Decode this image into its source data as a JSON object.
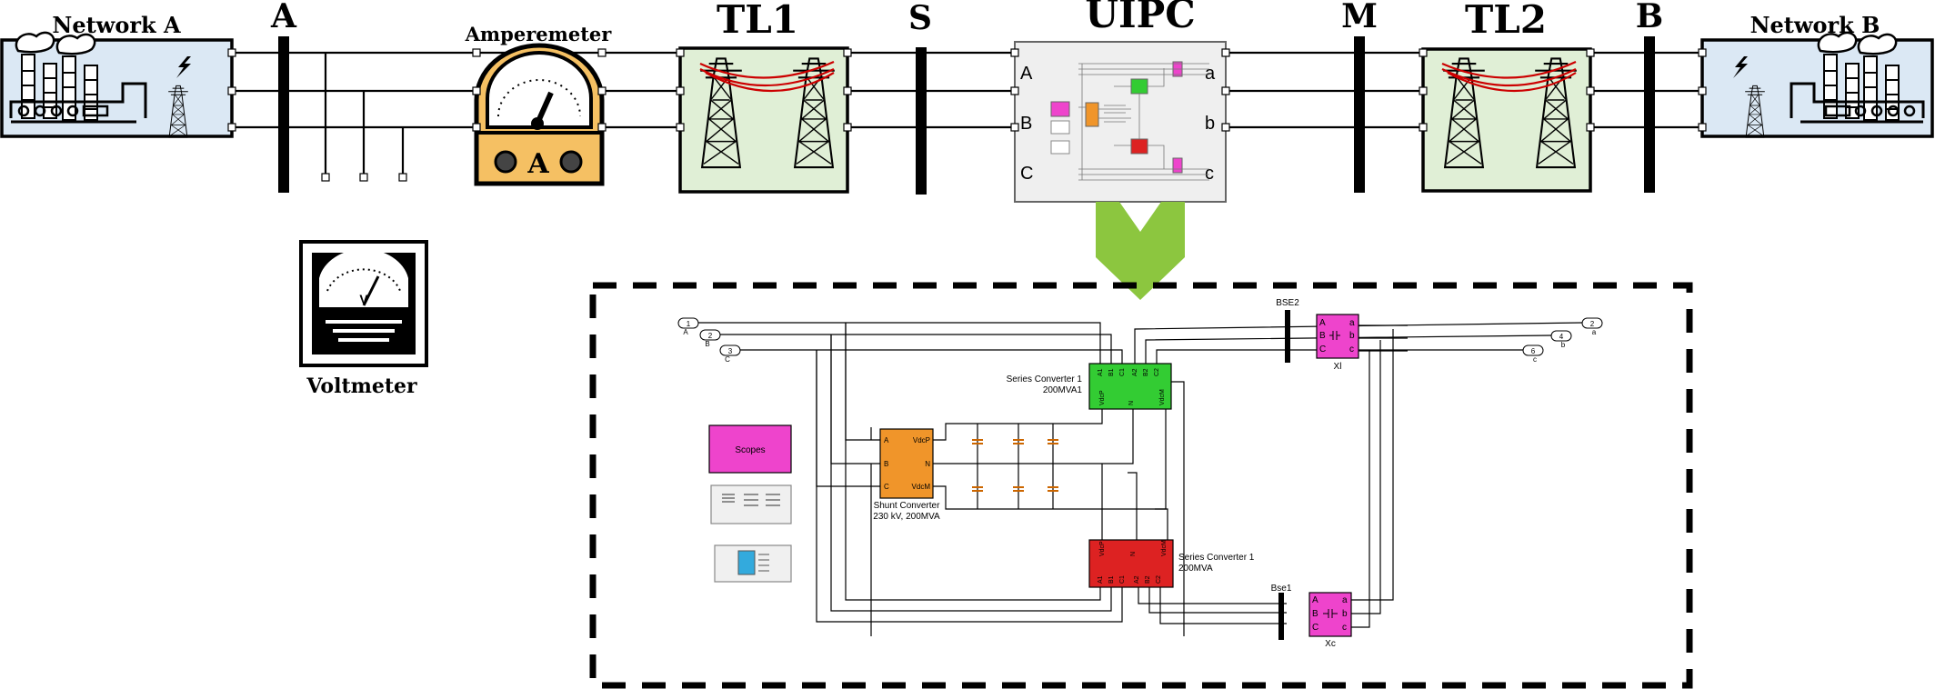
{
  "labels": {
    "network_a": "Network A",
    "network_b": "Network B",
    "bus_a": "A",
    "bus_s": "S",
    "bus_m": "M",
    "bus_b": "B",
    "amperemeter": "Amperemeter",
    "amperemeter_symbol": "A",
    "voltmeter": "Voltmeter",
    "voltmeter_symbol": "V",
    "tl1": "TL1",
    "tl2": "TL2",
    "uipc": "UIPC"
  },
  "uipc_block": {
    "left_ports": [
      "A",
      "B",
      "C"
    ],
    "right_ports": [
      "a",
      "b",
      "c"
    ]
  },
  "detail": {
    "in_ports": [
      {
        "num": "1",
        "label": "A"
      },
      {
        "num": "2",
        "label": "B"
      },
      {
        "num": "3",
        "label": "C"
      }
    ],
    "out_ports": [
      {
        "num": "2",
        "label": "a"
      },
      {
        "num": "4",
        "label": "b"
      },
      {
        "num": "6",
        "label": "c"
      }
    ],
    "scopes": "Scopes",
    "bse2": "BSE2",
    "bse1": "Bse1",
    "xl": "Xl",
    "xc": "Xc",
    "series_conv_top": {
      "title_line1": "Series Converter 1",
      "title_line2": "200MVA1",
      "bottom_ports": [
        "VdcP",
        "N",
        "VdcM"
      ],
      "top_ports": [
        "A1",
        "B1",
        "C1",
        "A2",
        "B2",
        "C2"
      ]
    },
    "series_conv_bottom": {
      "title_line1": "Series Converter 1",
      "title_line2": "200MVA",
      "top_ports": [
        "VdcP",
        "N",
        "VdcM"
      ],
      "bottom_ports": [
        "A1",
        "B1",
        "C1",
        "A2",
        "B2",
        "C2"
      ]
    },
    "shunt_conv": {
      "title_line1": "Shunt Converter",
      "title_line2": "230 kV, 200MVA",
      "left_ports": [
        "A",
        "B",
        "C"
      ],
      "right_ports": [
        "VdcP",
        "N",
        "VdcM"
      ]
    },
    "block_ports_left": [
      "A",
      "B",
      "C"
    ],
    "block_ports_right": [
      "a",
      "b",
      "c"
    ]
  },
  "colors": {
    "network_bg": "#dbe8f4",
    "amperemeter_bg": "#f5c063",
    "tl_bg": "#e0efd6",
    "uipc_bg": "#efefef",
    "arrow_green": "#8cc63f",
    "series_top_green": "#33cc33",
    "series_bottom_red": "#dd2222",
    "shunt_orange": "#f0952a",
    "magenta": "#ee44cc",
    "line_red": "#cc0000"
  }
}
